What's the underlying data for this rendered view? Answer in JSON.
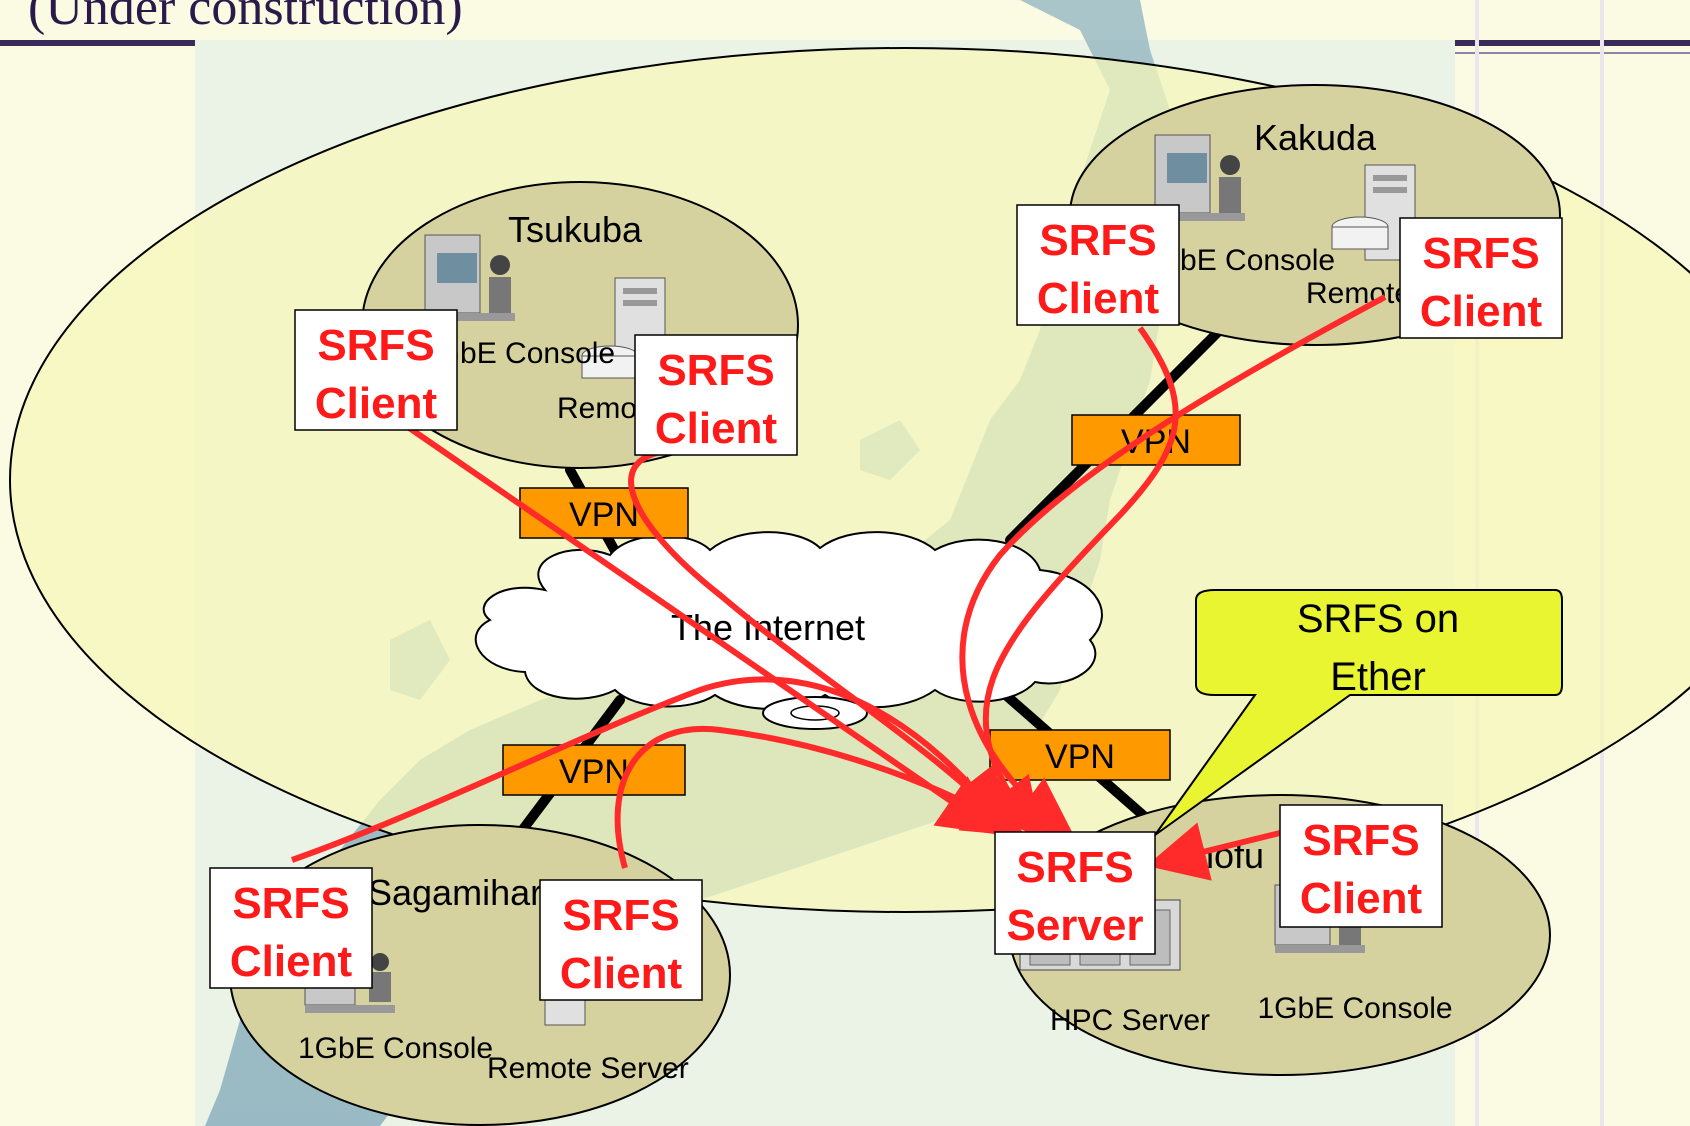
{
  "slide": {
    "title": "(Under construction)"
  },
  "sites": {
    "tsukuba": {
      "name": "Tsukuba",
      "console": "1GbE Console",
      "remote": "Remote Server"
    },
    "kakuda": {
      "name": "Kakuda",
      "console": "1GbE Console",
      "remote": "Remote Server"
    },
    "sagamihara": {
      "name": "Sagamihara",
      "console": "1GbE Console",
      "remote": "Remote Server"
    },
    "chofu": {
      "name": "Chofu",
      "console": "1GbE Console",
      "hpc": "HPC Server"
    }
  },
  "network": {
    "internet": "The Internet",
    "vpn": [
      "VPN",
      "VPN",
      "VPN",
      "VPN"
    ]
  },
  "srfs": {
    "client_line1": "SRFS",
    "client_line2": "Client",
    "server_line1": "SRFS",
    "server_line2": "Server",
    "callout_line1": "SRFS on",
    "callout_line2": "Ether"
  },
  "colors": {
    "background": "#fbfbe4",
    "big_ellipse": "#f7f7b8",
    "site_ellipse": "#d6d2a0",
    "vpn_box": "#ff9900",
    "arrow": "#ff2a2a",
    "srfs_text": "#ff1a1a",
    "callout": "#e8f530",
    "map": "#8fb3c0"
  },
  "icons": [
    "workstation-icon",
    "server-tower-icon",
    "hpc-server-icon",
    "internet-cloud-icon"
  ]
}
